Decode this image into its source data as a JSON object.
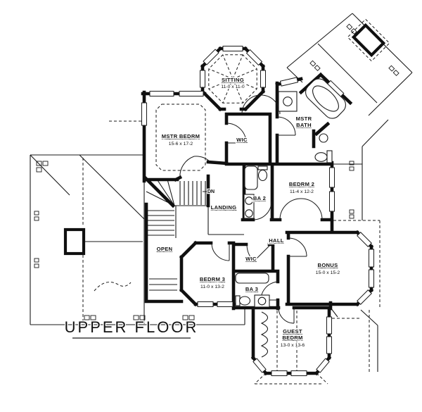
{
  "title": {
    "text": "UPPER FLOOR"
  },
  "rooms": [
    {
      "name": "SITTING",
      "dims": "11-0 x 11-0"
    },
    {
      "name": "MSTR BEDRM",
      "dims": "15-6 x 17-2"
    },
    {
      "name": "WIC"
    },
    {
      "name": "MSTR",
      "name2": "BATH"
    },
    {
      "name": "BEDRM 2",
      "dims": "11-4 x 12-2"
    },
    {
      "name": "BA 2"
    },
    {
      "name": "LANDING"
    },
    {
      "name": "DN"
    },
    {
      "name": "OPEN"
    },
    {
      "name": "HALL"
    },
    {
      "name": "WIC"
    },
    {
      "name": "BEDRM 3",
      "dims": "11-0 x 13-2"
    },
    {
      "name": "BA 3"
    },
    {
      "name": "BONUS",
      "dims": "15-0 x 15-2"
    },
    {
      "name": "GUEST",
      "name2": "BEDRM",
      "dims": "13-0 x 13-6"
    }
  ],
  "colors": {
    "ink": "#1a1a1a",
    "paper": "#ffffff"
  }
}
